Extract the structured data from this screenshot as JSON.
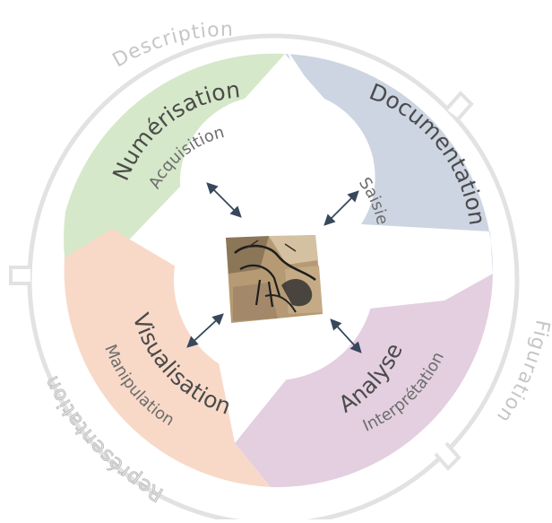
{
  "cycle": {
    "segments": [
      {
        "id": "numerisation",
        "title": "Numérisation",
        "subtitle": "Acquisition",
        "color": "#d5e8c9"
      },
      {
        "id": "documentation",
        "title": "Documentation",
        "subtitle": "Saisie",
        "color": "#cdd5e2"
      },
      {
        "id": "analyse",
        "title": "Analyse",
        "subtitle": "Interprétation",
        "color": "#e3cfe0"
      },
      {
        "id": "visualisation",
        "title": "Visualisation",
        "subtitle": "Manipulation",
        "color": "#f8d9c8"
      }
    ],
    "outer_labels": {
      "description": "Description",
      "figuration": "Figuration",
      "representation": "Représentation"
    },
    "colors": {
      "outer_ring": "#e2e2e2",
      "arrows": "#37475c"
    },
    "center_image": "cave-art-horse-figure"
  }
}
